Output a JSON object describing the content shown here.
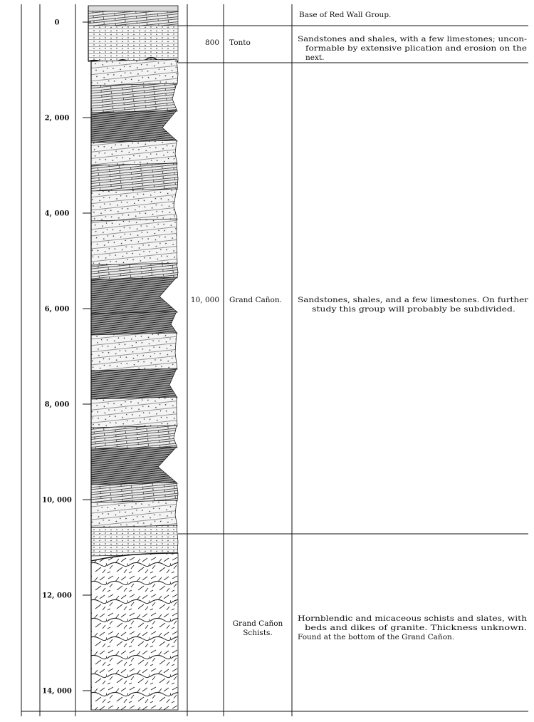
{
  "depth_scale": {
    "ticks": [
      {
        "value": 0,
        "label": "0"
      },
      {
        "value": 2000,
        "label": "2, 000"
      },
      {
        "value": 4000,
        "label": "4, 000"
      },
      {
        "value": 6000,
        "label": "6, 000"
      },
      {
        "value": 8000,
        "label": "8, 000"
      },
      {
        "value": 10000,
        "label": "10, 000"
      },
      {
        "value": 12000,
        "label": "12, 000"
      },
      {
        "value": 14000,
        "label": "14, 000"
      }
    ]
  },
  "groups": [
    {
      "thickness": "",
      "name": [],
      "description": [
        "Base of Red Wall Group."
      ]
    },
    {
      "thickness": "800",
      "name": [
        "Tonto"
      ],
      "description": [
        "Sandstones and shales, with a few limestones; uncon-",
        "formable by extensive plication and erosion on the",
        "next."
      ]
    },
    {
      "thickness": "10, 000",
      "name": [
        "Grand Cañon."
      ],
      "description": [
        "Sandstones, shales, and a few limestones. On further",
        "study this group will probably be subdivided."
      ]
    },
    {
      "thickness": "",
      "name": [
        "Grand Cañon",
        "Schists."
      ],
      "description": [
        "Hornblendic and micaceous schists and slates, with",
        "beds and dikes of granite. Thickness unknown.",
        "Found at the bottom of the Grand Cañon."
      ]
    }
  ]
}
